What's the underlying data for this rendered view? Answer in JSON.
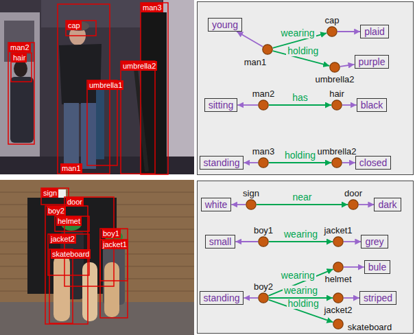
{
  "diagram": {
    "nodes": [
      {
        "text": [
          "young"
        ]
      },
      {
        "text": [
          "man1"
        ]
      },
      {
        "text": [
          "cap"
        ]
      },
      {
        "text": [
          "plaid"
        ]
      },
      {
        "text": [
          "umbrella2"
        ]
      },
      {
        "text": [
          "purple"
        ]
      },
      {
        "text": [
          "sitting"
        ]
      },
      {
        "text": [
          "man2"
        ]
      },
      {
        "text": [
          "hair"
        ]
      },
      {
        "text": [
          "black"
        ]
      },
      {
        "text": [
          "standing"
        ]
      },
      {
        "text": [
          "man3"
        ]
      },
      {
        "text": [
          "umbrella2"
        ]
      },
      {
        "text": [
          "closed"
        ]
      },
      {
        "text": [
          "white"
        ]
      },
      {
        "text": [
          "sign"
        ]
      },
      {
        "text": [
          "door"
        ]
      },
      {
        "text": [
          "dark"
        ]
      },
      {
        "text": [
          "small"
        ]
      },
      {
        "text": [
          "boy1"
        ]
      },
      {
        "text": [
          "jacket1"
        ]
      },
      {
        "text": [
          "grey"
        ]
      },
      {
        "text": [
          "helmet"
        ]
      },
      {
        "text": [
          "bule"
        ]
      },
      {
        "text": [
          "standing"
        ]
      },
      {
        "text": [
          "boy2"
        ]
      },
      {
        "text": [
          "jacket2"
        ]
      },
      {
        "text": [
          "striped"
        ]
      },
      {
        "text": [
          "skateboard"
        ]
      }
    ],
    "edges": [
      {
        "from": 1,
        "to": 0,
        "arrow": "to"
      },
      {
        "from": 1,
        "to": 2,
        "label": "wearing",
        "arrow": "to"
      },
      {
        "from": 2,
        "to": 3,
        "arrow": "to"
      },
      {
        "from": 1,
        "to": 4,
        "label": "holding",
        "arrow": "to"
      },
      {
        "from": 4,
        "to": 5,
        "arrow": "to"
      },
      {
        "from": 7,
        "to": 6,
        "arrow": "to"
      },
      {
        "from": 7,
        "to": 8,
        "label": "has",
        "arrow": "to"
      },
      {
        "from": 8,
        "to": 9,
        "arrow": "to"
      },
      {
        "from": 11,
        "to": 10,
        "arrow": "to"
      },
      {
        "from": 11,
        "to": 12,
        "label": "holding",
        "arrow": "to"
      },
      {
        "from": 12,
        "to": 13,
        "arrow": "to"
      },
      {
        "from": 15,
        "to": 14,
        "arrow": "to"
      },
      {
        "from": 15,
        "to": 16,
        "label": "near",
        "arrow": "to"
      },
      {
        "from": 16,
        "to": 17,
        "arrow": "to"
      },
      {
        "from": 19,
        "to": 18,
        "arrow": "to"
      },
      {
        "from": 19,
        "to": 20,
        "label": "wearing",
        "arrow": "to"
      },
      {
        "from": 20,
        "to": 21,
        "arrow": "to"
      },
      {
        "from": 25,
        "to": 24,
        "arrow": "to"
      },
      {
        "from": 25,
        "to": 22,
        "label": "wearing",
        "arrow": "to"
      },
      {
        "from": 22,
        "to": 23,
        "arrow": "to"
      },
      {
        "from": 25,
        "to": 26,
        "label": "wearing",
        "arrow": "to"
      },
      {
        "from": 26,
        "to": 27,
        "arrow": "to"
      },
      {
        "from": 25,
        "to": 28,
        "label": "holding",
        "arrow": "to"
      }
    ],
    "labels": [
      "man2",
      "hair",
      "cap",
      "man3",
      "umbrella2",
      "umbrella1",
      "man1",
      "sign",
      "door",
      "boy2",
      "helmet",
      "jacket2",
      "boy1",
      "skateboard",
      "jacket1"
    ]
  }
}
